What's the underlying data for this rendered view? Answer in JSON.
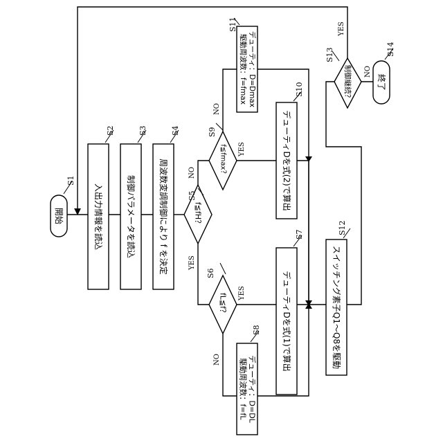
{
  "steps": {
    "s1": {
      "tag": "S1",
      "text": "開始"
    },
    "s2": {
      "tag": "S2",
      "text": "入出力情報を読込"
    },
    "s3": {
      "tag": "S3",
      "text": "制御パラメータを読込"
    },
    "s4": {
      "tag": "S4",
      "text": "周波数変調制御により f を決定"
    },
    "s5": {
      "tag": "S5",
      "text": "f≦fH？"
    },
    "s6": {
      "tag": "S6",
      "text": "fL≦f？"
    },
    "s7": {
      "tag": "S7",
      "text": "デューティDを式(1)で算出"
    },
    "s8": {
      "tag": "S8",
      "line1": "駆動周波数：f=fL",
      "line2": "デューティ：D=DL"
    },
    "s9": {
      "tag": "S9",
      "text": "f≦fmax？"
    },
    "s10": {
      "tag": "S10",
      "text": "デューティDを式(2)で算出"
    },
    "s11": {
      "tag": "S11",
      "line1": "駆動周波数：f=fmax",
      "line2": "デューティ：D=Dmax"
    },
    "s12": {
      "tag": "S12",
      "text": "スイッチング素子Q1～Q8を駆動"
    },
    "s13": {
      "tag": "S13",
      "text": "制御継続？"
    },
    "s14": {
      "tag": "S14",
      "text": "終了"
    }
  },
  "branch": {
    "yes": "YES",
    "no": "NO"
  }
}
